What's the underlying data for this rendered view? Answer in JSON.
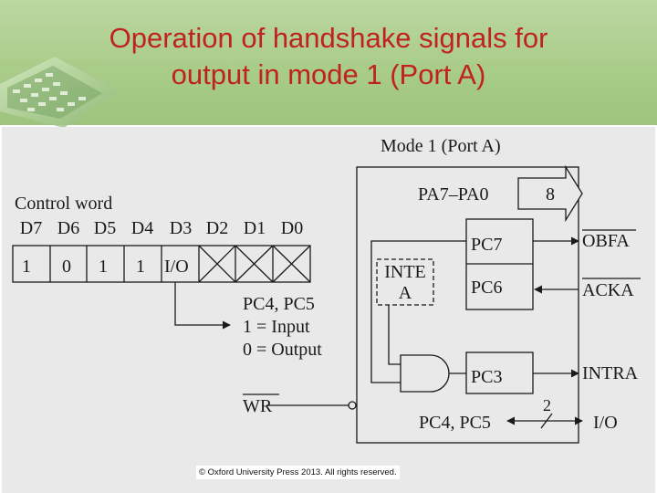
{
  "slide": {
    "title_line1": "Operation of handshake signals for",
    "title_line2": "output in mode 1 (Port A)",
    "copyright": "© Oxford University Press 2013. All rights reserved."
  },
  "diagram": {
    "mode_label": "Mode 1 (Port A)",
    "control_word_label": "Control word",
    "bit_headers": [
      "D7",
      "D6",
      "D5",
      "D4",
      "D3",
      "D2",
      "D1",
      "D0"
    ],
    "bit_values": [
      "1",
      "0",
      "1",
      "1",
      "I/O",
      "",
      "",
      ""
    ],
    "pc45_note": [
      "PC4, PC5",
      "1 = Input",
      "0 = Output"
    ],
    "port_a_label": "PA7–PA0",
    "bus_width": "8",
    "pc7": "PC7",
    "pc6": "PC6",
    "pc3": "PC3",
    "pc4_pc5": "PC4, PC5",
    "inte": [
      "INTE",
      "A"
    ],
    "obfa": "OBFA",
    "acka": "ACKA",
    "intra": "INTRA",
    "wr": "WR",
    "io_width": "2",
    "io_label": "I/O"
  }
}
